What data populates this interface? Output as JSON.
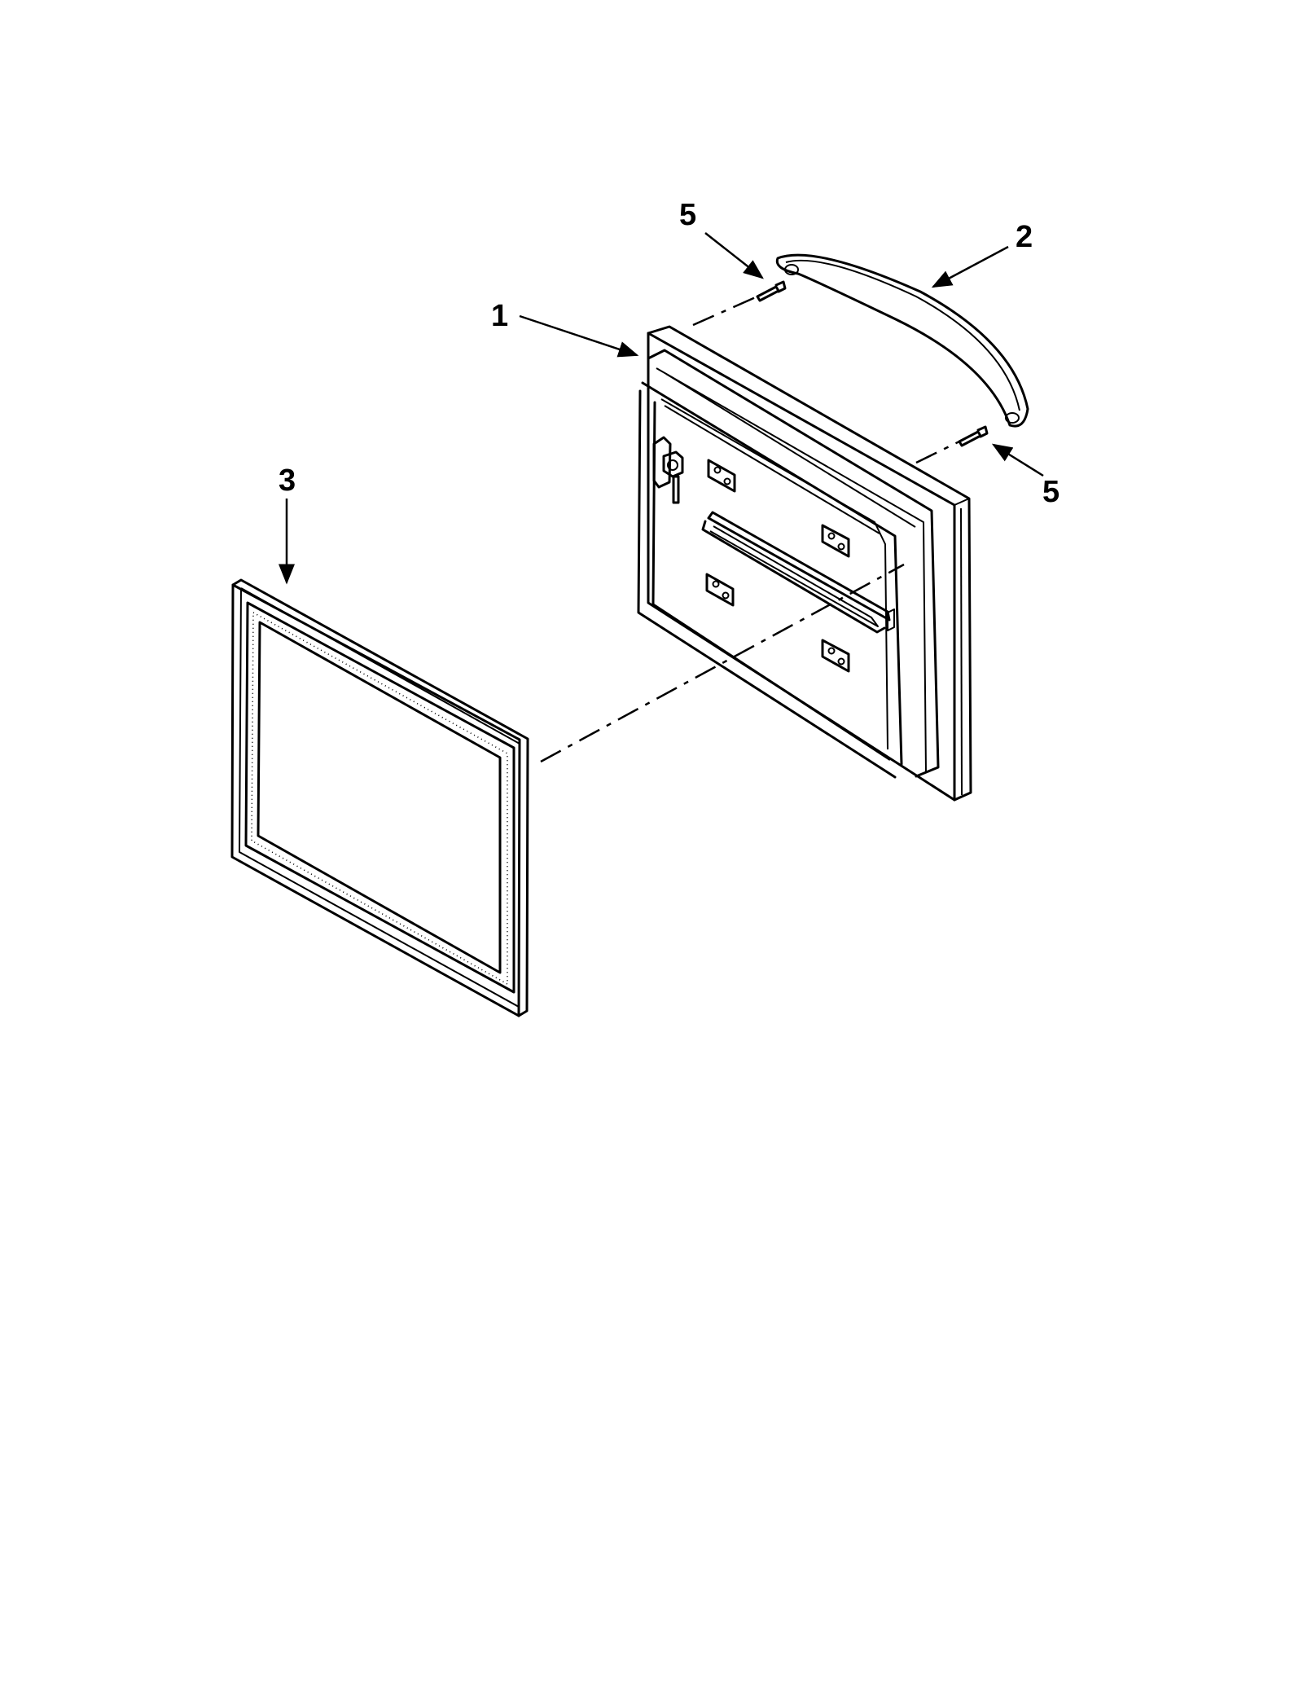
{
  "diagram": {
    "callouts": {
      "door_assembly": "1",
      "handle": "2",
      "gasket": "3",
      "screw_top": "5",
      "screw_bottom": "5"
    }
  }
}
